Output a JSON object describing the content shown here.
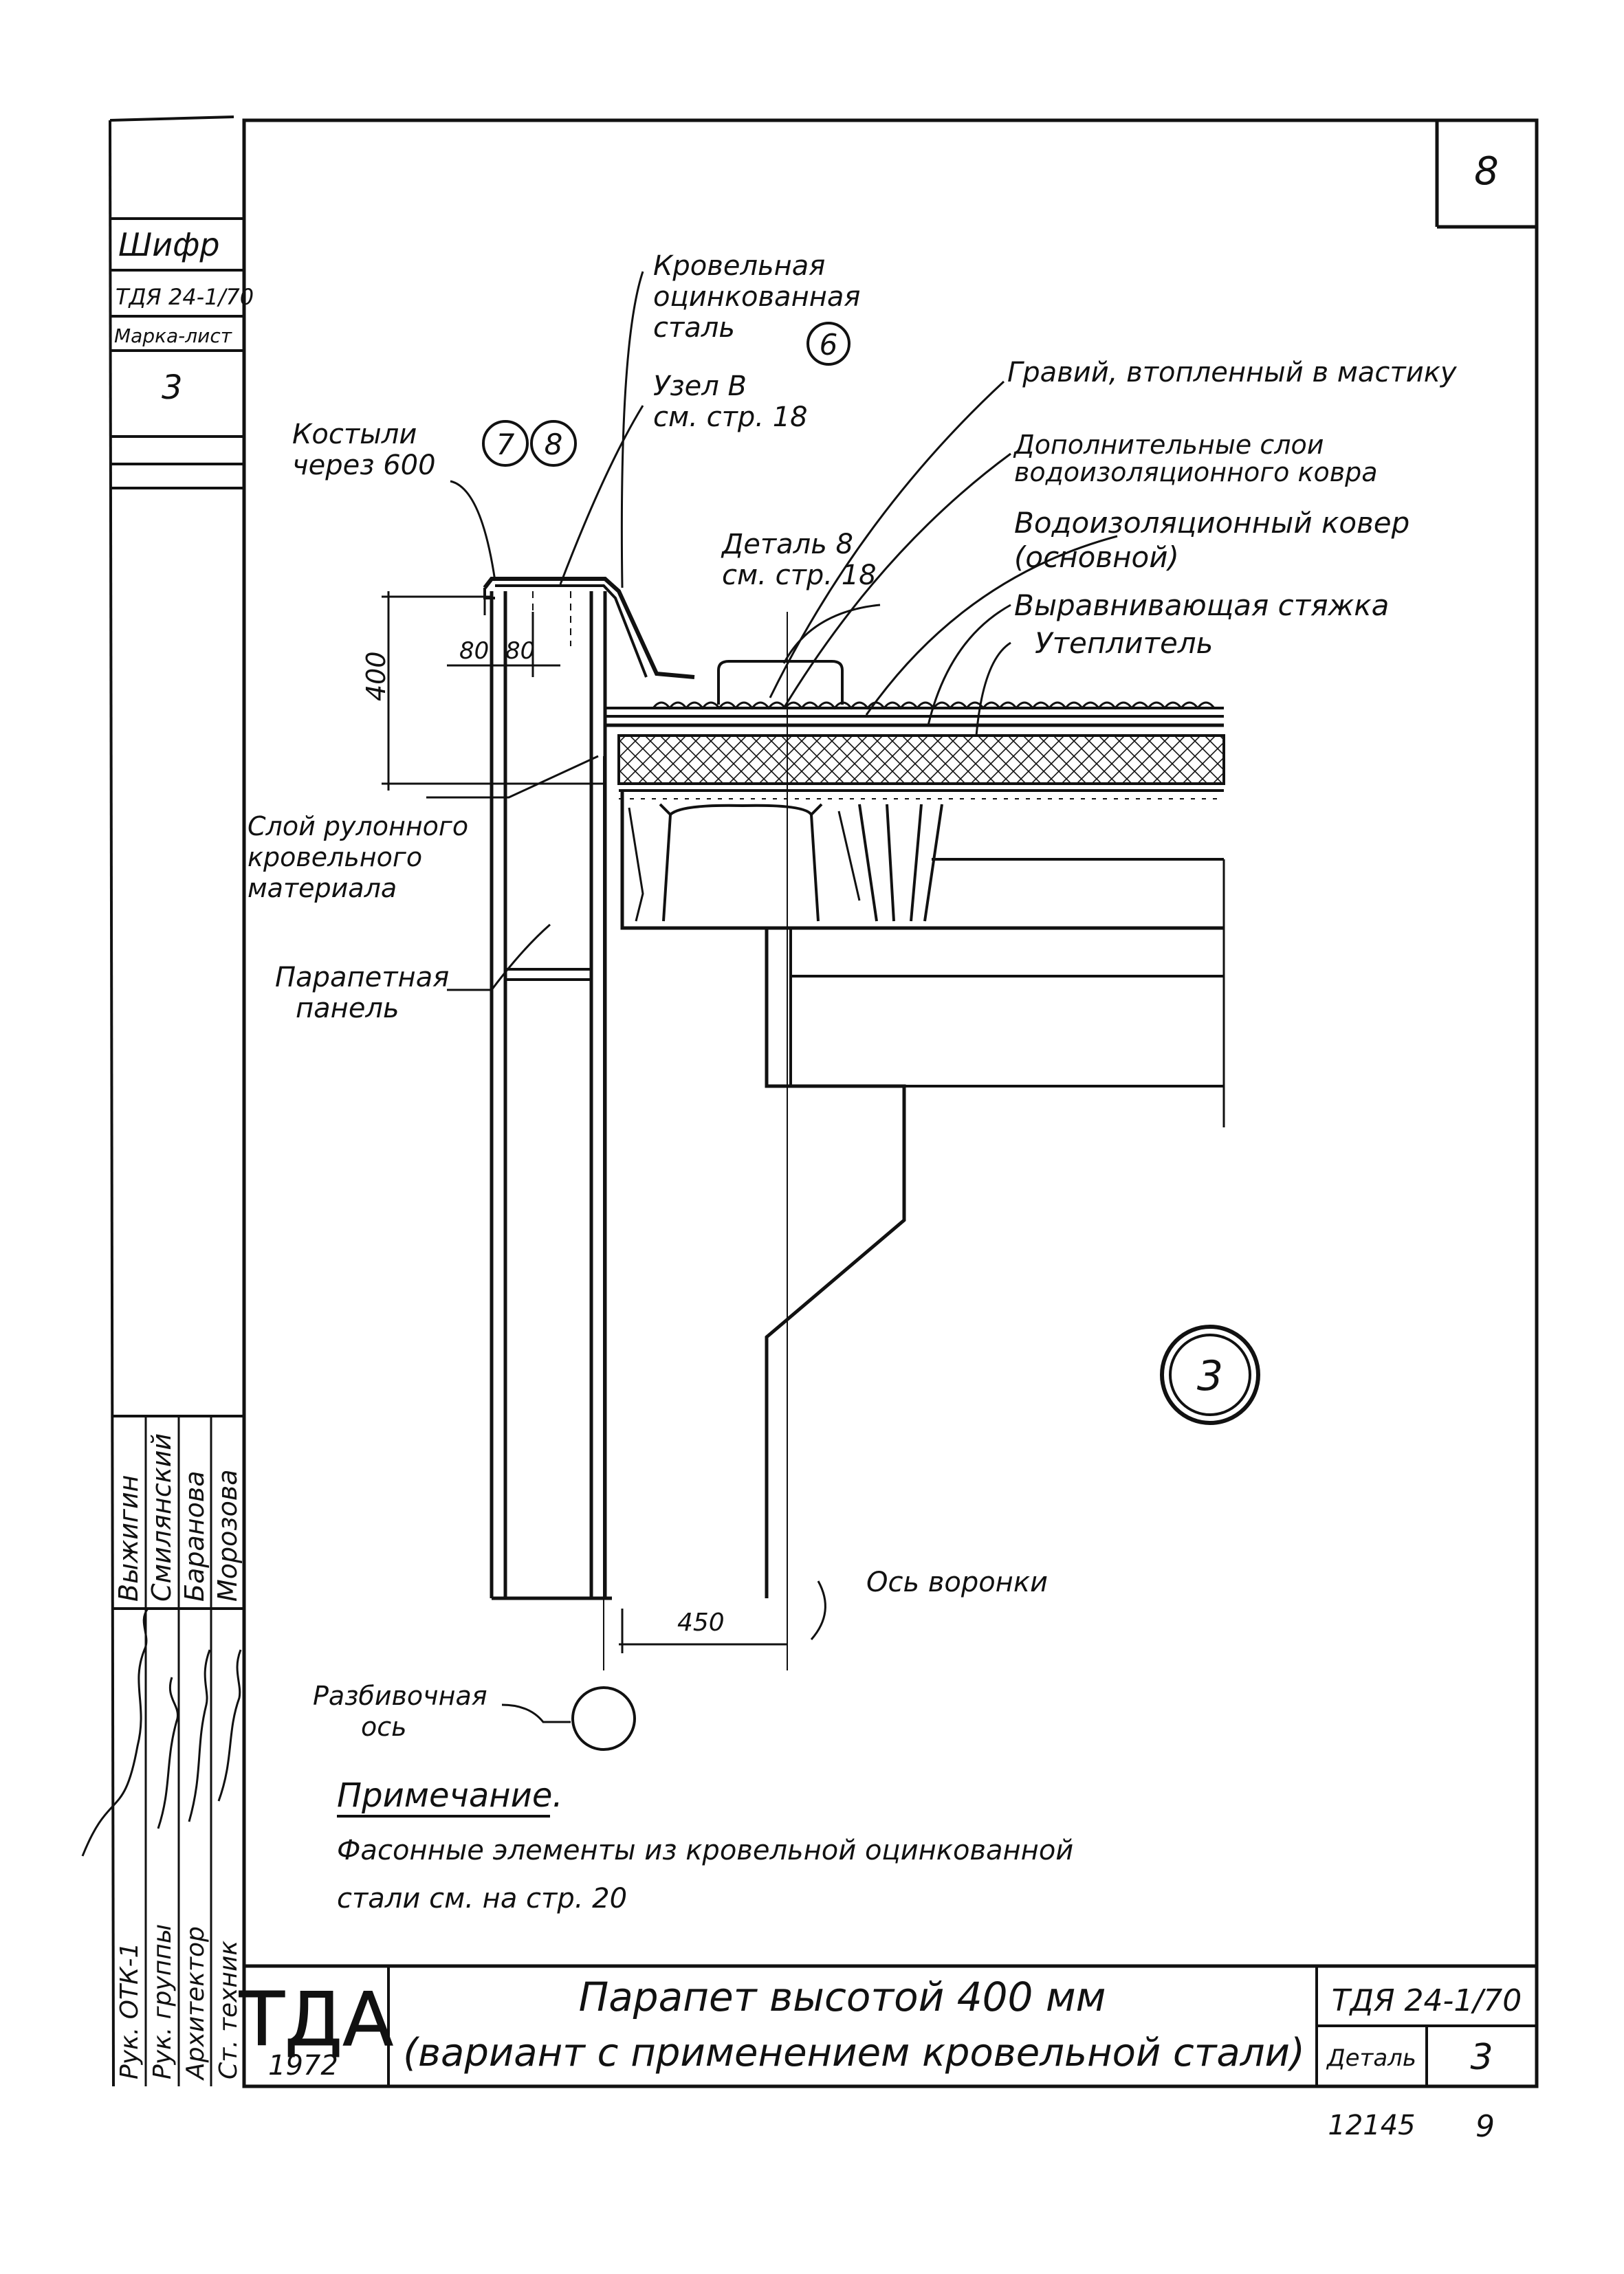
{
  "sheet_number": "8",
  "side_block": {
    "cipher_label": "Шифр",
    "cipher_value": "ТДЯ 24-1/70",
    "mark_sheet_label": "Марка-лист",
    "mark_sheet_value": "3"
  },
  "signatures": {
    "roles": [
      "Рук. ОТК-1",
      "Рук. группы",
      "Архитектор",
      "Ст. техник"
    ],
    "names": [
      "Выжигин",
      "Смилянский",
      "Баранова",
      "Морозова"
    ]
  },
  "labels": {
    "roof_steel": [
      "Кровельная",
      "оцинкованная",
      "сталь"
    ],
    "roof_steel_ref": "6",
    "node_b": [
      "Узел В",
      "см. стр. 18"
    ],
    "gravel": "Гравий, втопленный в мастику",
    "extra_layers": [
      "Дополнительные слои",
      "водоизоляционного ковра"
    ],
    "main_carpet": [
      "Водоизоляционный ковер",
      "(основной)"
    ],
    "screed": "Выравнивающая стяжка",
    "insulation": "Утеплитель",
    "crutches": [
      "Костыли",
      "через 600"
    ],
    "crutches_refs": [
      "7",
      "8"
    ],
    "detail_8": [
      "Деталь 8",
      "см. стр. 18"
    ],
    "roll_layer": [
      "Слой рулонного",
      "кровельного",
      "материала"
    ],
    "parapet_panel": [
      "Парапетная",
      "панель"
    ],
    "funnel_axis": "Ось воронки",
    "layout_axis": [
      "Разбивочная",
      "ось"
    ],
    "detail_ref": "3"
  },
  "dimensions": {
    "height": "400",
    "dim_80_a": "80",
    "dim_80_b": "80",
    "offset": "450"
  },
  "note": {
    "title": "Примечание.",
    "lines": [
      "Фасонные элементы из кровельной оцинкованной",
      "стали см. на стр. 20"
    ]
  },
  "title_block": {
    "org": "ТДА",
    "year": "1972",
    "title_line1": "Парапет высотой 400 мм",
    "title_line2": "(вариант с применением кровельной стали)",
    "code": "ТДЯ 24-1/70",
    "detail_label": "Деталь",
    "detail_value": "3"
  },
  "footer": {
    "inv_number": "12145",
    "page_number": "9"
  }
}
